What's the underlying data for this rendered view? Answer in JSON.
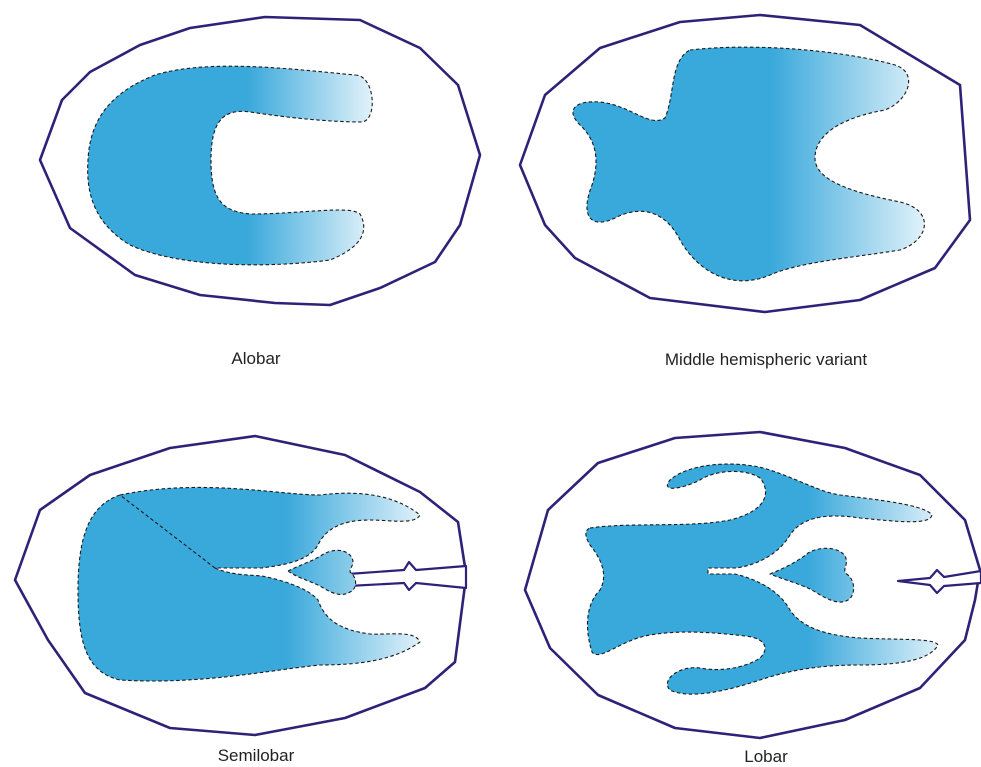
{
  "panels": [
    {
      "id": "alobar",
      "caption": "Alobar"
    },
    {
      "id": "middle-hemispheric",
      "caption": "Middle hemispheric variant"
    },
    {
      "id": "semilobar",
      "caption": "Semilobar"
    },
    {
      "id": "lobar",
      "caption": "Lobar"
    }
  ],
  "colors": {
    "ventricle_fill": "#39a8db",
    "ventricle_fade": "#e6f4fb",
    "brain_outline": "#2d2278",
    "ventricle_border": "#1a1a1a"
  }
}
